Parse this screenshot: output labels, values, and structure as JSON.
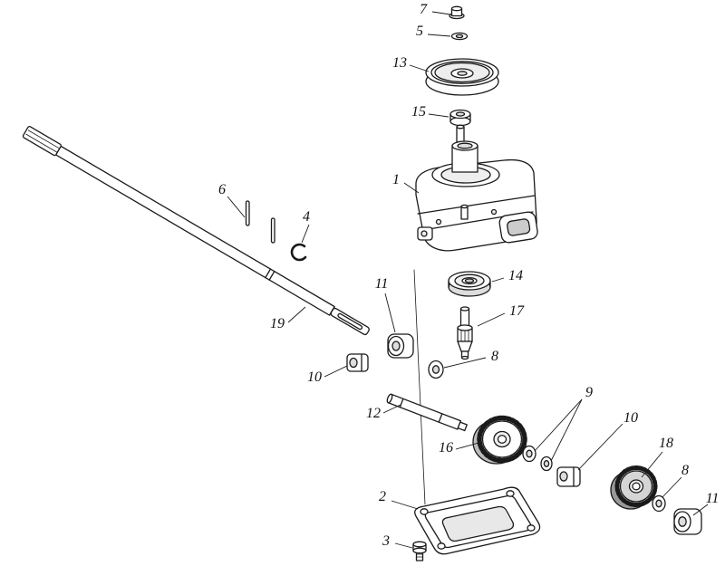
{
  "diagram": {
    "kind": "exploded-parts-diagram",
    "colors": {
      "background": "#ffffff",
      "line": "#1a1a1a",
      "shade_light": "#eeeeee",
      "shade_mid": "#cccccc",
      "shade_dark": "#999999"
    },
    "callouts": [
      {
        "label": "7"
      },
      {
        "label": "5"
      },
      {
        "label": "13"
      },
      {
        "label": "15"
      },
      {
        "label": "1"
      },
      {
        "label": "6"
      },
      {
        "label": "4"
      },
      {
        "label": "14"
      },
      {
        "label": "11"
      },
      {
        "label": "17"
      },
      {
        "label": "19"
      },
      {
        "label": "10"
      },
      {
        "label": "8"
      },
      {
        "label": "12"
      },
      {
        "label": "9"
      },
      {
        "label": "16"
      },
      {
        "label": "10"
      },
      {
        "label": "18"
      },
      {
        "label": "8"
      },
      {
        "label": "11"
      },
      {
        "label": "2"
      },
      {
        "label": "3"
      }
    ]
  }
}
